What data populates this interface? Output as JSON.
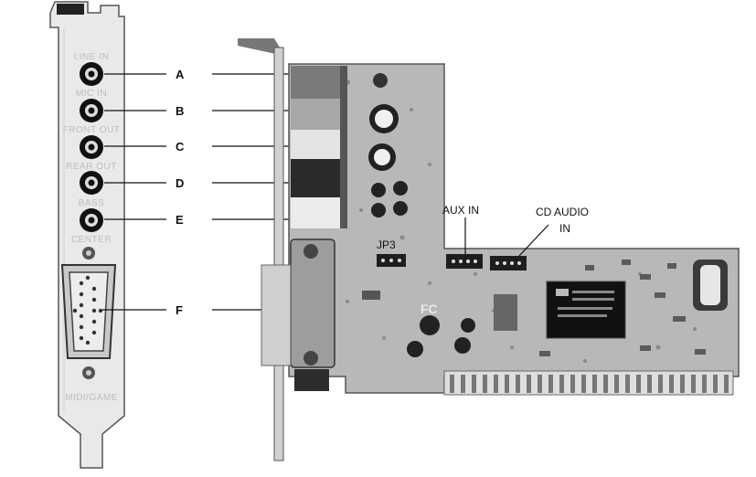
{
  "bracket_labels": [
    "LINE IN",
    "MIC IN",
    "FRONT OUT",
    "REAR OUT",
    "BASS",
    "CENTER",
    "MIDI/GAME"
  ],
  "callouts": [
    "A",
    "B",
    "C",
    "D",
    "E",
    "F"
  ],
  "board_labels": {
    "jp3": "JP3",
    "aux_in": "AUX IN",
    "cd_audio_line1": "CD AUDIO",
    "cd_audio_line2": "IN",
    "fc": "FC"
  }
}
